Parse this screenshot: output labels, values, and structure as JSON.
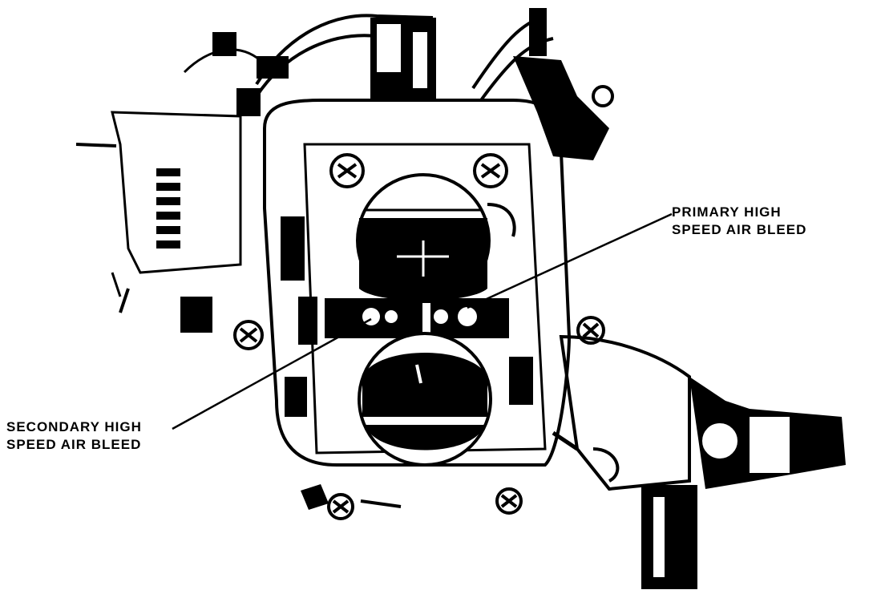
{
  "callouts": {
    "primary": {
      "line1": "PRIMARY HIGH",
      "line2": "SPEED AIR BLEED"
    },
    "secondary": {
      "line1": "SECONDARY HIGH",
      "line2": "SPEED AIR BLEED"
    }
  },
  "colors": {
    "ink": "#000000",
    "paper": "#ffffff"
  }
}
